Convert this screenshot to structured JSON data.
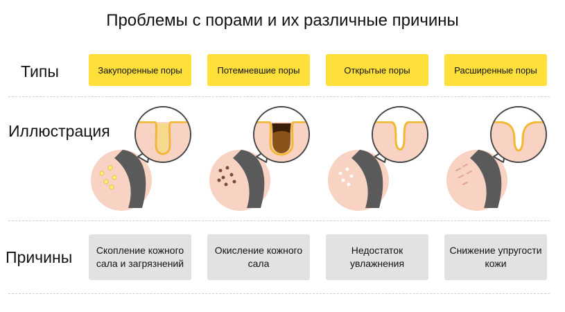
{
  "title": "Проблемы с порами и их различные причины",
  "rows": {
    "types": "Типы",
    "illustration": "Иллюстрация",
    "causes": "Причины"
  },
  "columns": [
    {
      "type": "Закупоренные поры",
      "cause": "Скопление кожного сала и загрязнений",
      "pore": "clogged-pore-icon"
    },
    {
      "type": "Потемневшие поры",
      "cause": "Окисление кожного сала",
      "pore": "darkened-pore-icon"
    },
    {
      "type": "Открытые поры",
      "cause": "Недостаток увлажнения",
      "pore": "open-pore-icon"
    },
    {
      "type": "Расширенные поры",
      "cause": "Снижение упругости кожи",
      "pore": "enlarged-pore-icon"
    }
  ],
  "colors": {
    "type_box": "#ffdf3a",
    "cause_box": "#e2e2e2",
    "skin": "#f8d2c2",
    "hair": "#5a5a5a",
    "pore_outline": "#f2b733",
    "sebum": "#f6d98a",
    "oxidized": "#5a3410"
  }
}
